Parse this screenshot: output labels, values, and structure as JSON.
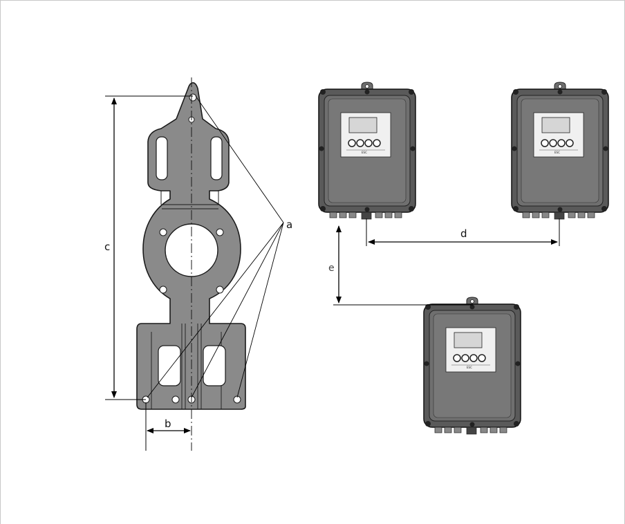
{
  "labels": {
    "a": "a",
    "b": "b",
    "c": "c",
    "d": "d",
    "e": "e"
  },
  "device": {
    "button_caption": "ESC"
  },
  "colors": {
    "plate_fill": "#8a8a8a",
    "housing_dark": "#555555",
    "housing_mid": "#6e6e6e",
    "frame": "#c8c8c8"
  }
}
